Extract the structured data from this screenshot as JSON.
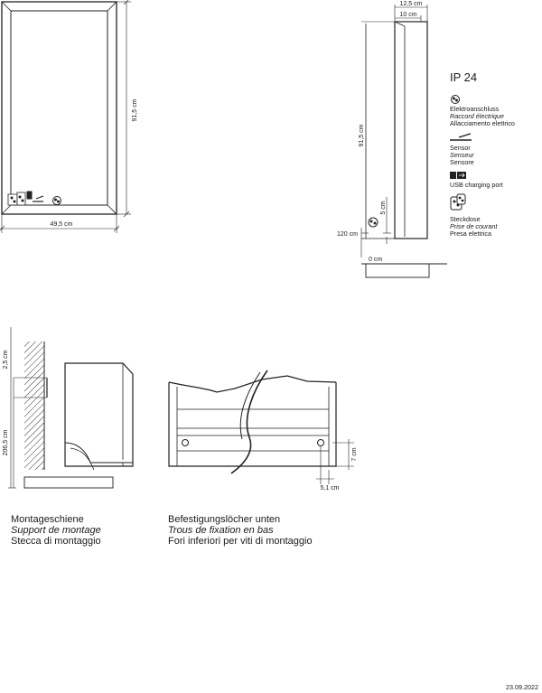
{
  "front_view": {
    "width_label": "49,5 cm",
    "height_label": "91,5 cm"
  },
  "side_view": {
    "depth_label": "12,5 cm",
    "inner_depth_label": "10 cm",
    "height_label": "91,5 cm",
    "socket_offset_label": "5 cm",
    "floor_height_label": "120 cm",
    "floor_label": "0 cm"
  },
  "legend": {
    "ip_rating": "IP 24",
    "electrical": [
      "Elektroanschluss",
      "Raccord électrique",
      "Allacciamento elettrico"
    ],
    "sensor": [
      "Sensor",
      "Senseur",
      "Sensore"
    ],
    "usb": [
      "USB charging port"
    ],
    "socket": [
      "Steckdose",
      "Prise de courant",
      "Presa elettrica"
    ]
  },
  "rail_detail": {
    "top_offset_label": "2,5 cm",
    "rail_height_label": "206,5 cm",
    "caption": [
      "Montageschiene",
      "Support de montage",
      "Stecca di montaggio"
    ]
  },
  "holes_detail": {
    "hole_height_label": "7 cm",
    "hole_offset_label": "5,1 cm",
    "caption": [
      "Befestigungslöcher unten",
      "Trous de fixation en bas",
      "Fori inferiori per viti di montaggio"
    ]
  },
  "footer": {
    "date": "23.09.2022"
  }
}
